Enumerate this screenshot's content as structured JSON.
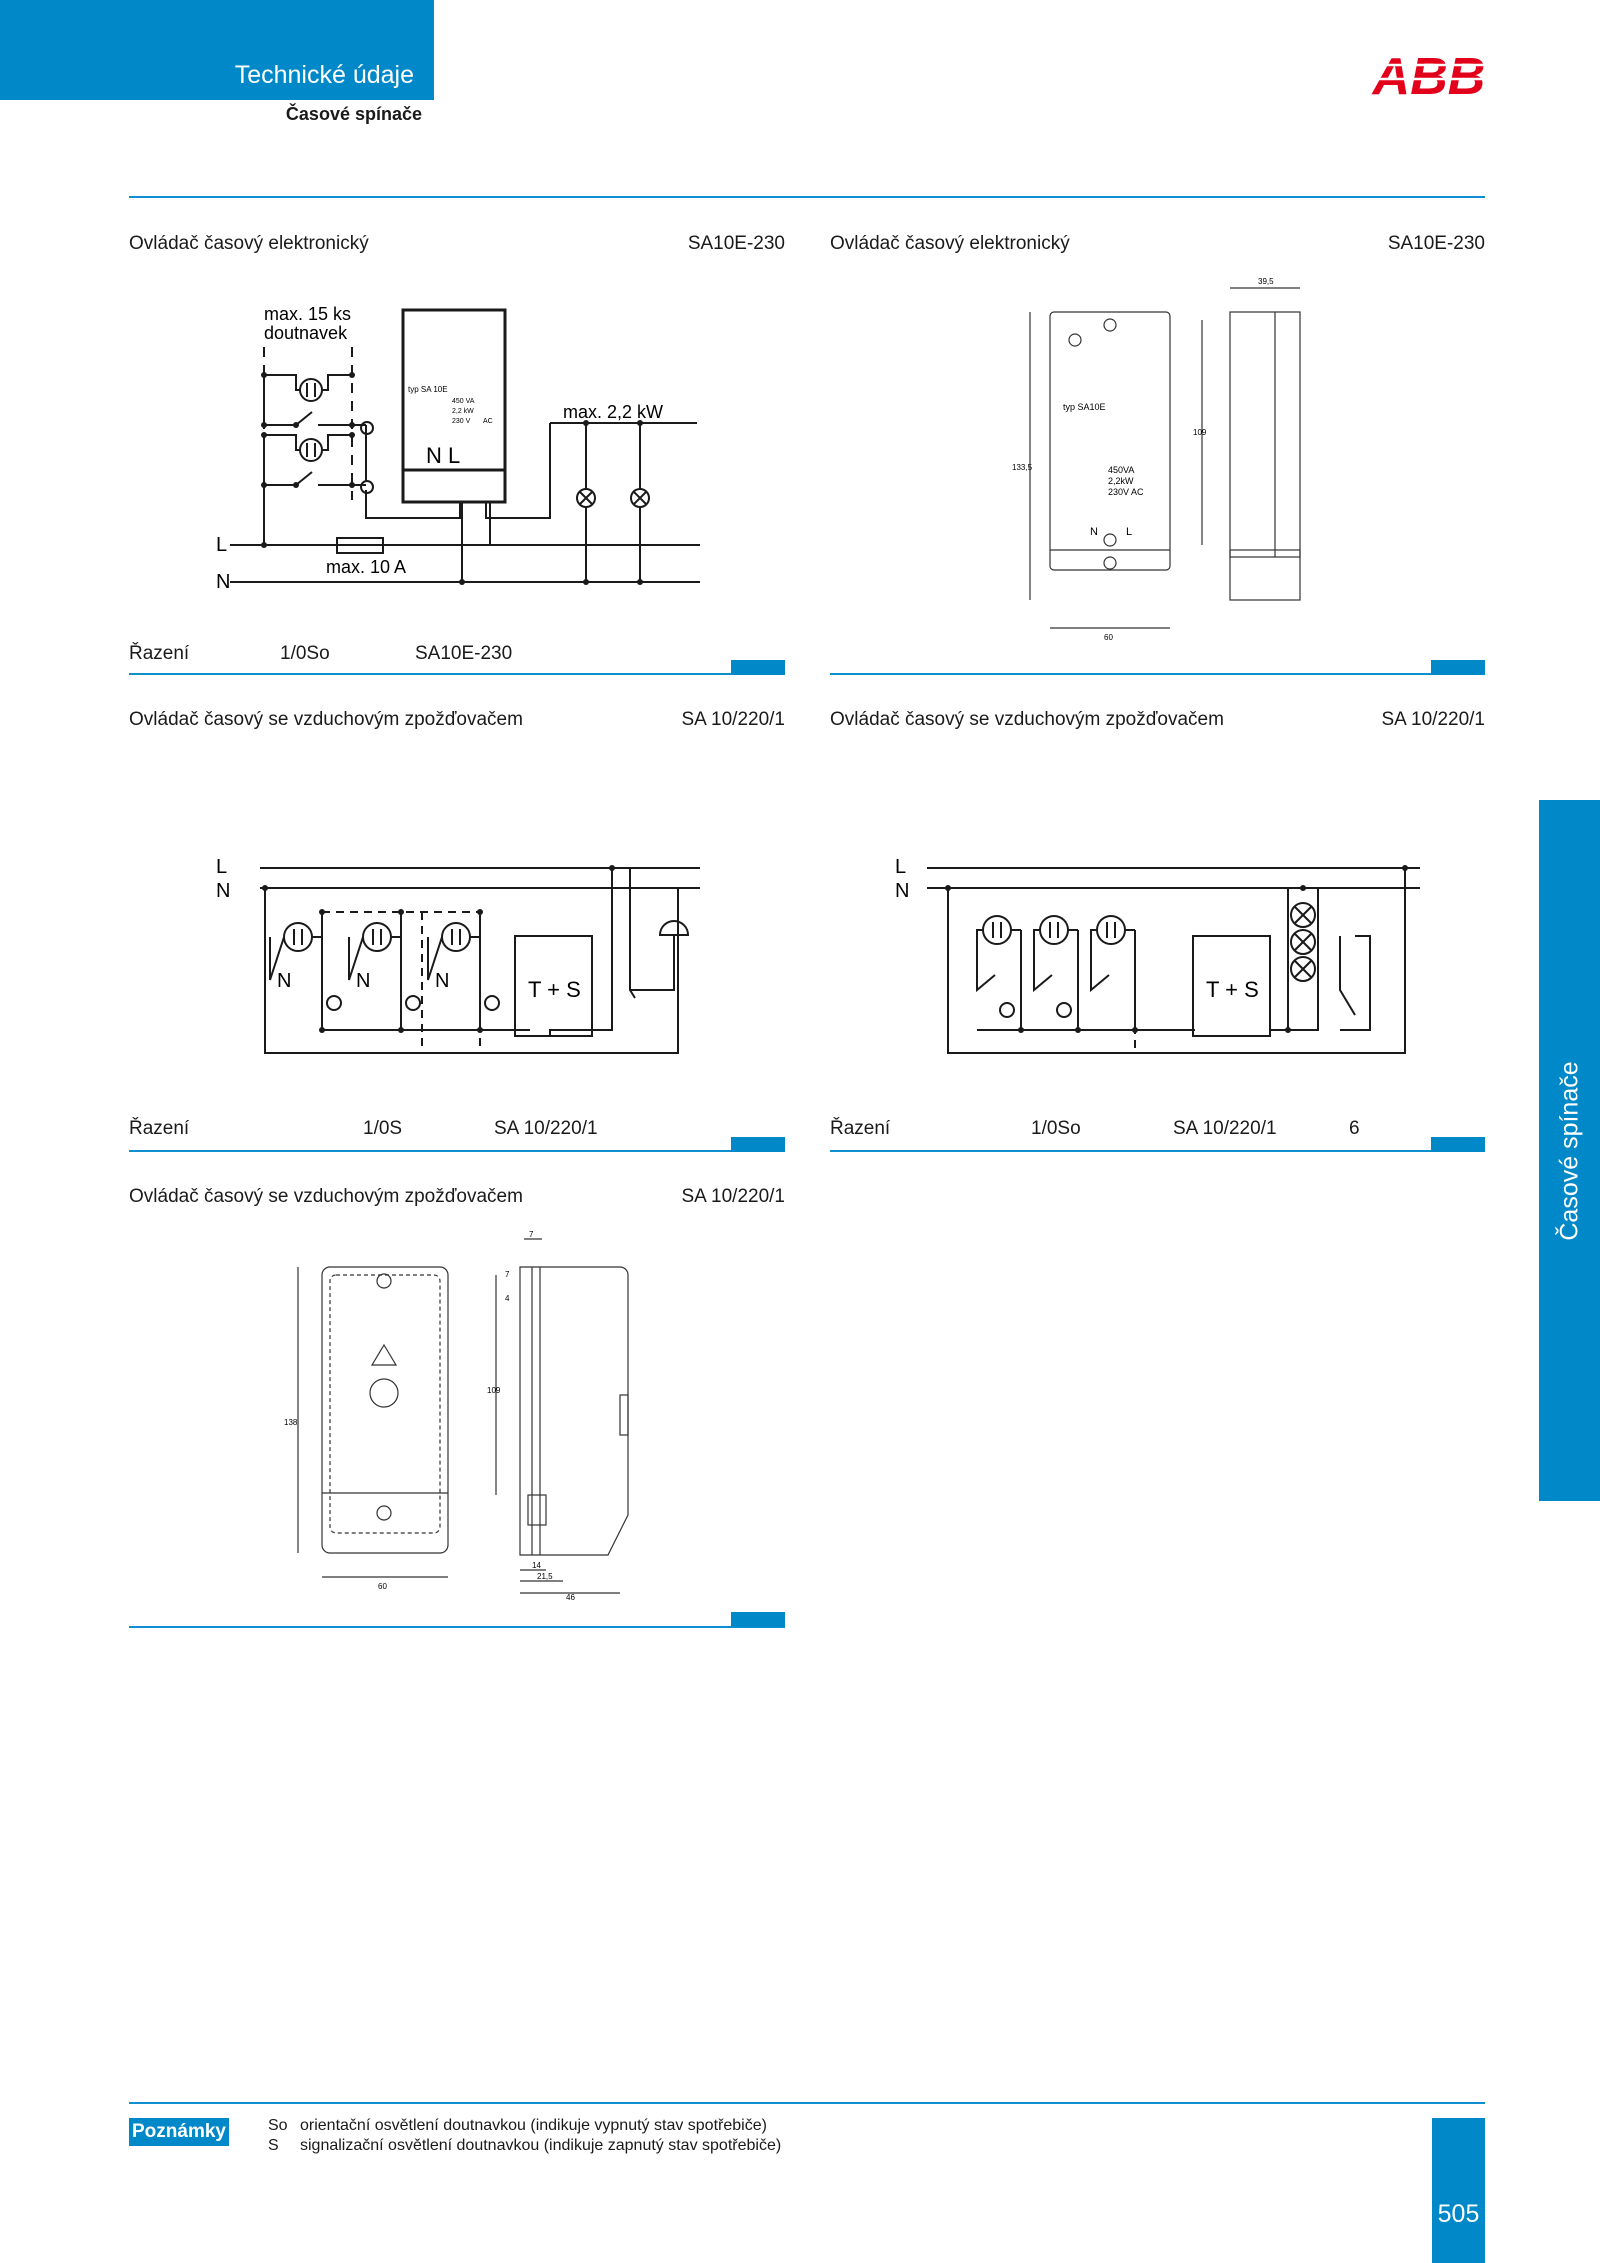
{
  "header": {
    "section": "Technické údaje",
    "subsection": "Časové spínače",
    "brand": "ABB"
  },
  "sections": [
    {
      "title": "Ovládač časový elektronický",
      "code": "SA10E-230"
    },
    {
      "title": "Ovládač časový elektronický",
      "code": "SA10E-230"
    },
    {
      "title": "Ovládač časový se vzduchovým zpožďovačem",
      "code": "SA 10/220/1"
    },
    {
      "title": "Ovládač časový se vzduchovým zpožďovačem",
      "code": "SA 10/220/1"
    },
    {
      "title": "Ovládač časový se vzduchovým zpožďovačem",
      "code": "SA 10/220/1"
    }
  ],
  "wiring": [
    {
      "label": "Řazení",
      "mode": "1/0So",
      "code": "SA10E-230",
      "number": ""
    },
    {
      "label": "Řazení",
      "mode": "1/0S",
      "code": "SA 10/220/1",
      "number": ""
    },
    {
      "label": "Řazení",
      "mode": "1/0So",
      "code": "SA 10/220/1",
      "number": "6"
    }
  ],
  "diagram1": {
    "glow_lamps": "max. 15 ks\ndoutnavek",
    "device_type": "typ SA 10E",
    "rating_va": "450 VA",
    "rating_kw": "2,2 kW",
    "rating_v": "230 V",
    "rating_ac": "AC",
    "terminals": "N L",
    "max_load": "max. 2,2 kW",
    "fuse": "max. 10 A",
    "line": "L",
    "neutral": "N"
  },
  "drawing1": {
    "device_type": "typ SA10E",
    "rating_va": "450VA",
    "rating_kw": "2,2kW",
    "rating_v": "230V AC",
    "terminal_n": "N",
    "terminal_l": "L",
    "dim_height": "133,5",
    "dim_inner": "109",
    "dim_width": "60",
    "dim_depth": "39,5"
  },
  "diagram2": {
    "line": "L",
    "neutral": "N",
    "pushbutton_n": "N",
    "timer": "T + S"
  },
  "diagram3": {
    "line": "L",
    "neutral": "N",
    "timer": "T + S"
  },
  "drawing2": {
    "dim_top": "7",
    "dim_side_a": "7",
    "dim_side_b": "4",
    "dim_inner": "109",
    "dim_height": "138",
    "dim_width": "60",
    "dim_b1": "14",
    "dim_b2": "21,5",
    "dim_b3": "46"
  },
  "side_tab": "Časové spínače",
  "notes": {
    "label": "Poznámky",
    "items": [
      {
        "key": "So",
        "text": "orientační osvětlení doutnavkou (indikuje vypnutý stav spotřebiče)"
      },
      {
        "key": "S",
        "text": "signalizační osvětlení doutnavkou (indikuje zapnutý stav spotřebiče)"
      }
    ]
  },
  "page_number": "505"
}
